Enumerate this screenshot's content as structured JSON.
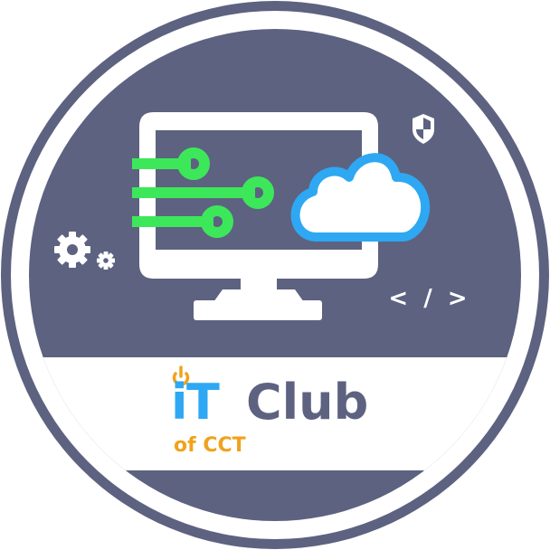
{
  "logo": {
    "letter_i": "i",
    "letter_t": "T",
    "word_club": "Club",
    "tagline": "of CCT",
    "code_tag": "< / >"
  },
  "colors": {
    "badge_slate": "#5D6280",
    "ring_white": "#FFFFFF",
    "banner_white": "#FFFFFF",
    "circuit_green": "#3CE85A",
    "cloud_blue": "#2EA8F2",
    "it_blue": "#2EA8F2",
    "power_orange": "#F0A21E",
    "tagline_orange": "#F0A21E",
    "club_slate": "#5D6280"
  },
  "icons": [
    "monitor-icon",
    "circuit-icon",
    "cloud-icon",
    "shield-icon",
    "gear-icon",
    "code-tag-icon",
    "power-icon"
  ]
}
